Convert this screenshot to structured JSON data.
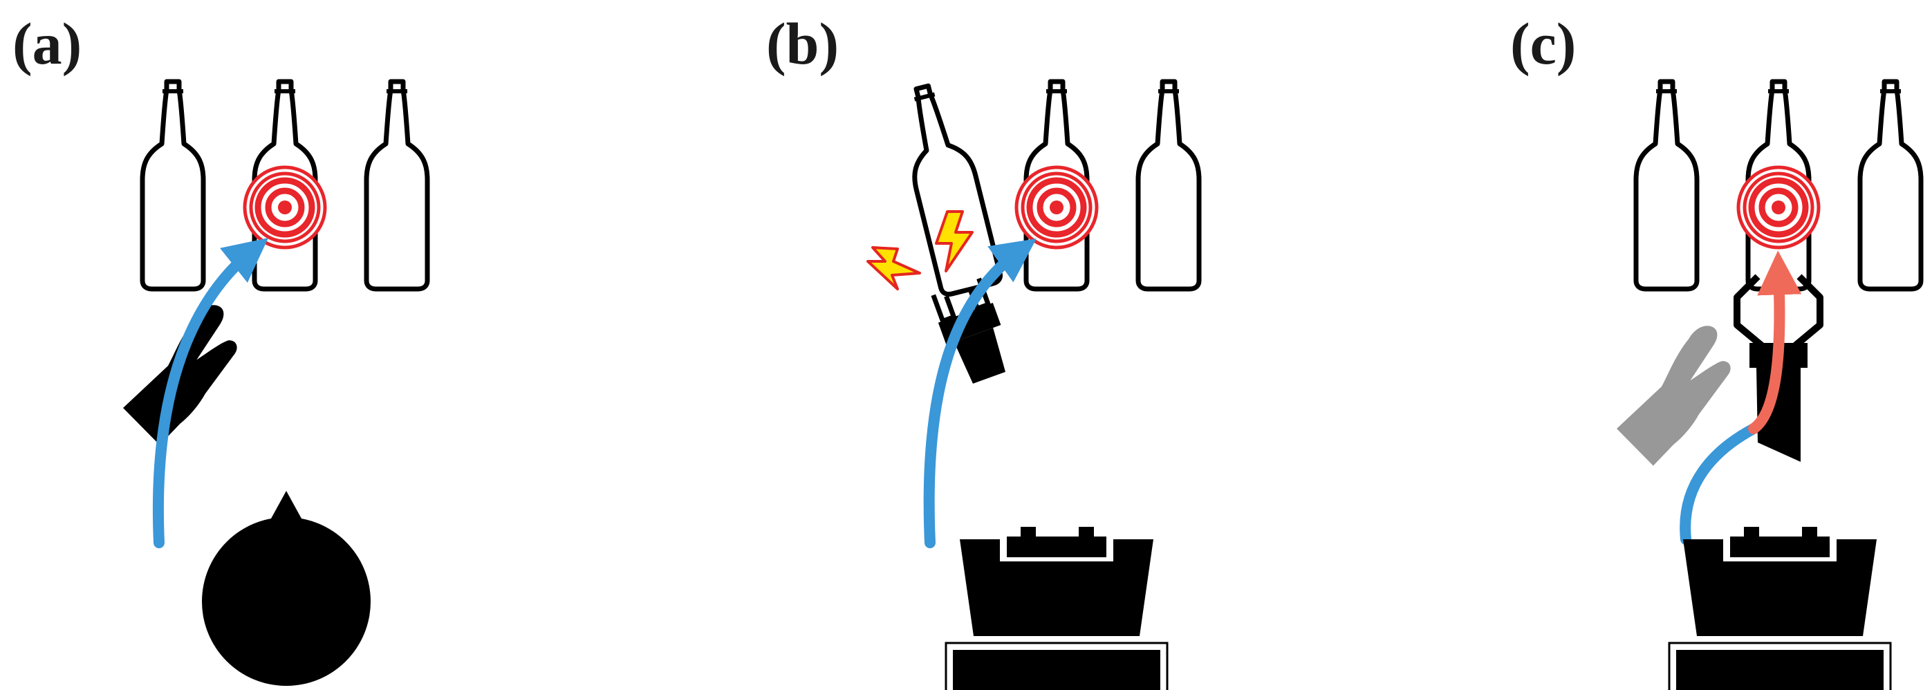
{
  "panels": [
    {
      "label": "(a)"
    },
    {
      "label": "(b)"
    },
    {
      "label": "(c)"
    }
  ],
  "colors": {
    "target_red": "#e8262b",
    "path_blue": "#3a97d8",
    "path_orange": "#f06a5a",
    "ink": "#000000",
    "faded_hand": "#9a9a9a",
    "spark_yellow": "#ffe200",
    "spark_red": "#e52620"
  },
  "icons": [
    "bottle-icon",
    "target-icon",
    "human-hand-icon",
    "robot-gripper-icon",
    "human-head-icon",
    "robot-base-icon",
    "impact-spark-icon"
  ]
}
